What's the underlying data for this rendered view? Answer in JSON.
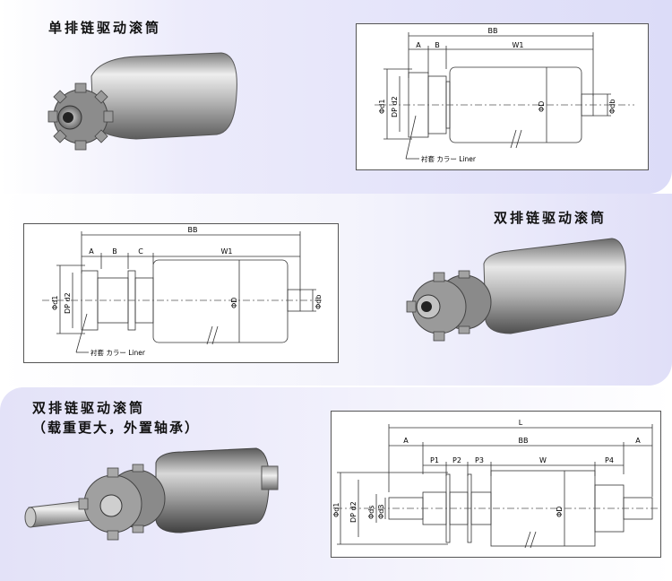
{
  "section1": {
    "title": "单排链驱动滚筒",
    "labels": {
      "bb": "BB",
      "a": "A",
      "b": "B",
      "w1": "W1",
      "phi_d1": "Φd1",
      "dp_d2": "DP d2",
      "phi_D": "ΦD",
      "phi_db": "Φdb",
      "liner": "衬套 カラー Liner"
    }
  },
  "section2": {
    "title": "双排链驱动滚筒",
    "labels": {
      "bb": "BB",
      "a": "A",
      "b": "B",
      "c": "C",
      "w1": "W1",
      "phi_d1": "Φd1",
      "dp_d2": "DP d2",
      "phi_D": "ΦD",
      "phi_db": "Φdb",
      "liner": "衬套 カラー Liner"
    }
  },
  "section3": {
    "title_line1": "双排链驱动滚筒",
    "title_line2": "（载重更大，外置轴承）",
    "labels": {
      "l": "L",
      "a_left": "A",
      "bb": "BB",
      "a_right": "A",
      "p1": "P1",
      "p2": "P2",
      "p3": "P3",
      "w": "W",
      "p4": "P4",
      "phi_d1": "Φd1",
      "dp_d2": "DP d2",
      "phi_ds": "Φds",
      "phi_d3": "Φd3",
      "phi_D": "ΦD"
    }
  },
  "colors": {
    "line": "#333333",
    "dash": "#555555",
    "steel_light": "#e6e6e6",
    "steel_dark": "#6f6f6f",
    "sprocket": "#8c8c8c"
  }
}
